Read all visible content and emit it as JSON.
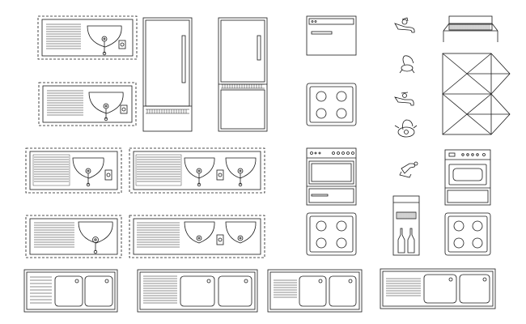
{
  "colors": {
    "background": "#ffffff",
    "line": "#1a1a1a",
    "dash": "#333333"
  },
  "symbols": {
    "sinks": [
      "single-bowl-sink-left-drainer",
      "single-bowl-sink-left-drainer",
      "single-bowl-sink-left-drainer",
      "double-bowl-sink-left-drainer",
      "single-bowl-sink-left-drainer",
      "double-bowl-sink-left-drainer",
      "double-bowl-sink-left-drainer",
      "double-bowl-sink-left-drainer",
      "double-bowl-sink-left-drainer",
      "double-bowl-sink-left-drainer"
    ],
    "appliances": [
      "refrigerator-elevation",
      "refrigerator-elevation",
      "dishwasher-elevation",
      "cooktop-plan",
      "oven-range-elevation",
      "cooktop-plan",
      "range-hood-elevation",
      "oven-elevation",
      "cooktop-plan",
      "wine-cooler-elevation",
      "kitchen-island-roof-plan"
    ],
    "faucets": [
      "faucet",
      "faucet",
      "faucet",
      "faucet",
      "faucet"
    ]
  }
}
